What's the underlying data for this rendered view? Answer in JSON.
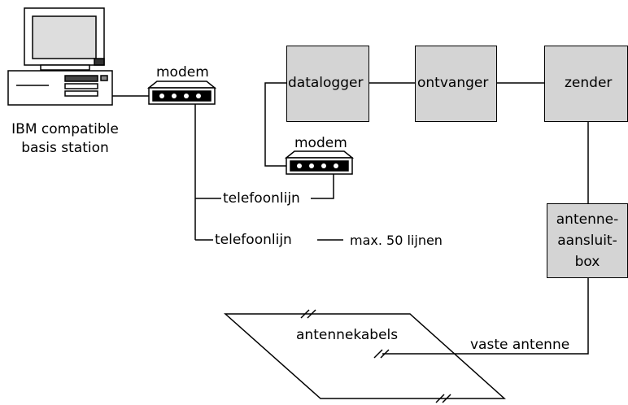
{
  "computer": {
    "label_line1": "IBM compatible",
    "label_line2": "basis station"
  },
  "modem_top": {
    "label": "modem"
  },
  "modem_bottom": {
    "label": "modem"
  },
  "boxes": {
    "datalogger": "datalogger",
    "ontvanger": "ontvanger",
    "zender": "zender",
    "antennebox_line1": "antenne-",
    "antennebox_line2": "aansluit-",
    "antennebox_line3": "box"
  },
  "phone_lines": {
    "line1": "telefoonlijn",
    "line2": "telefoonlijn",
    "max_note": "max. 50 lijnen"
  },
  "antenna": {
    "cables": "antennekabels",
    "fixed": "vaste antenne"
  }
}
